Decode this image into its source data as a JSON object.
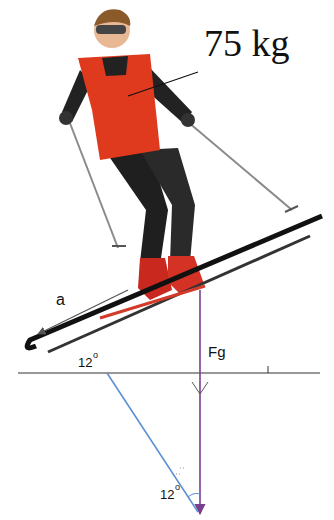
{
  "diagram": {
    "labels": [
      "75 kg",
      "a",
      "12",
      "o",
      "Fg",
      "12",
      "o"
    ]
  }
}
